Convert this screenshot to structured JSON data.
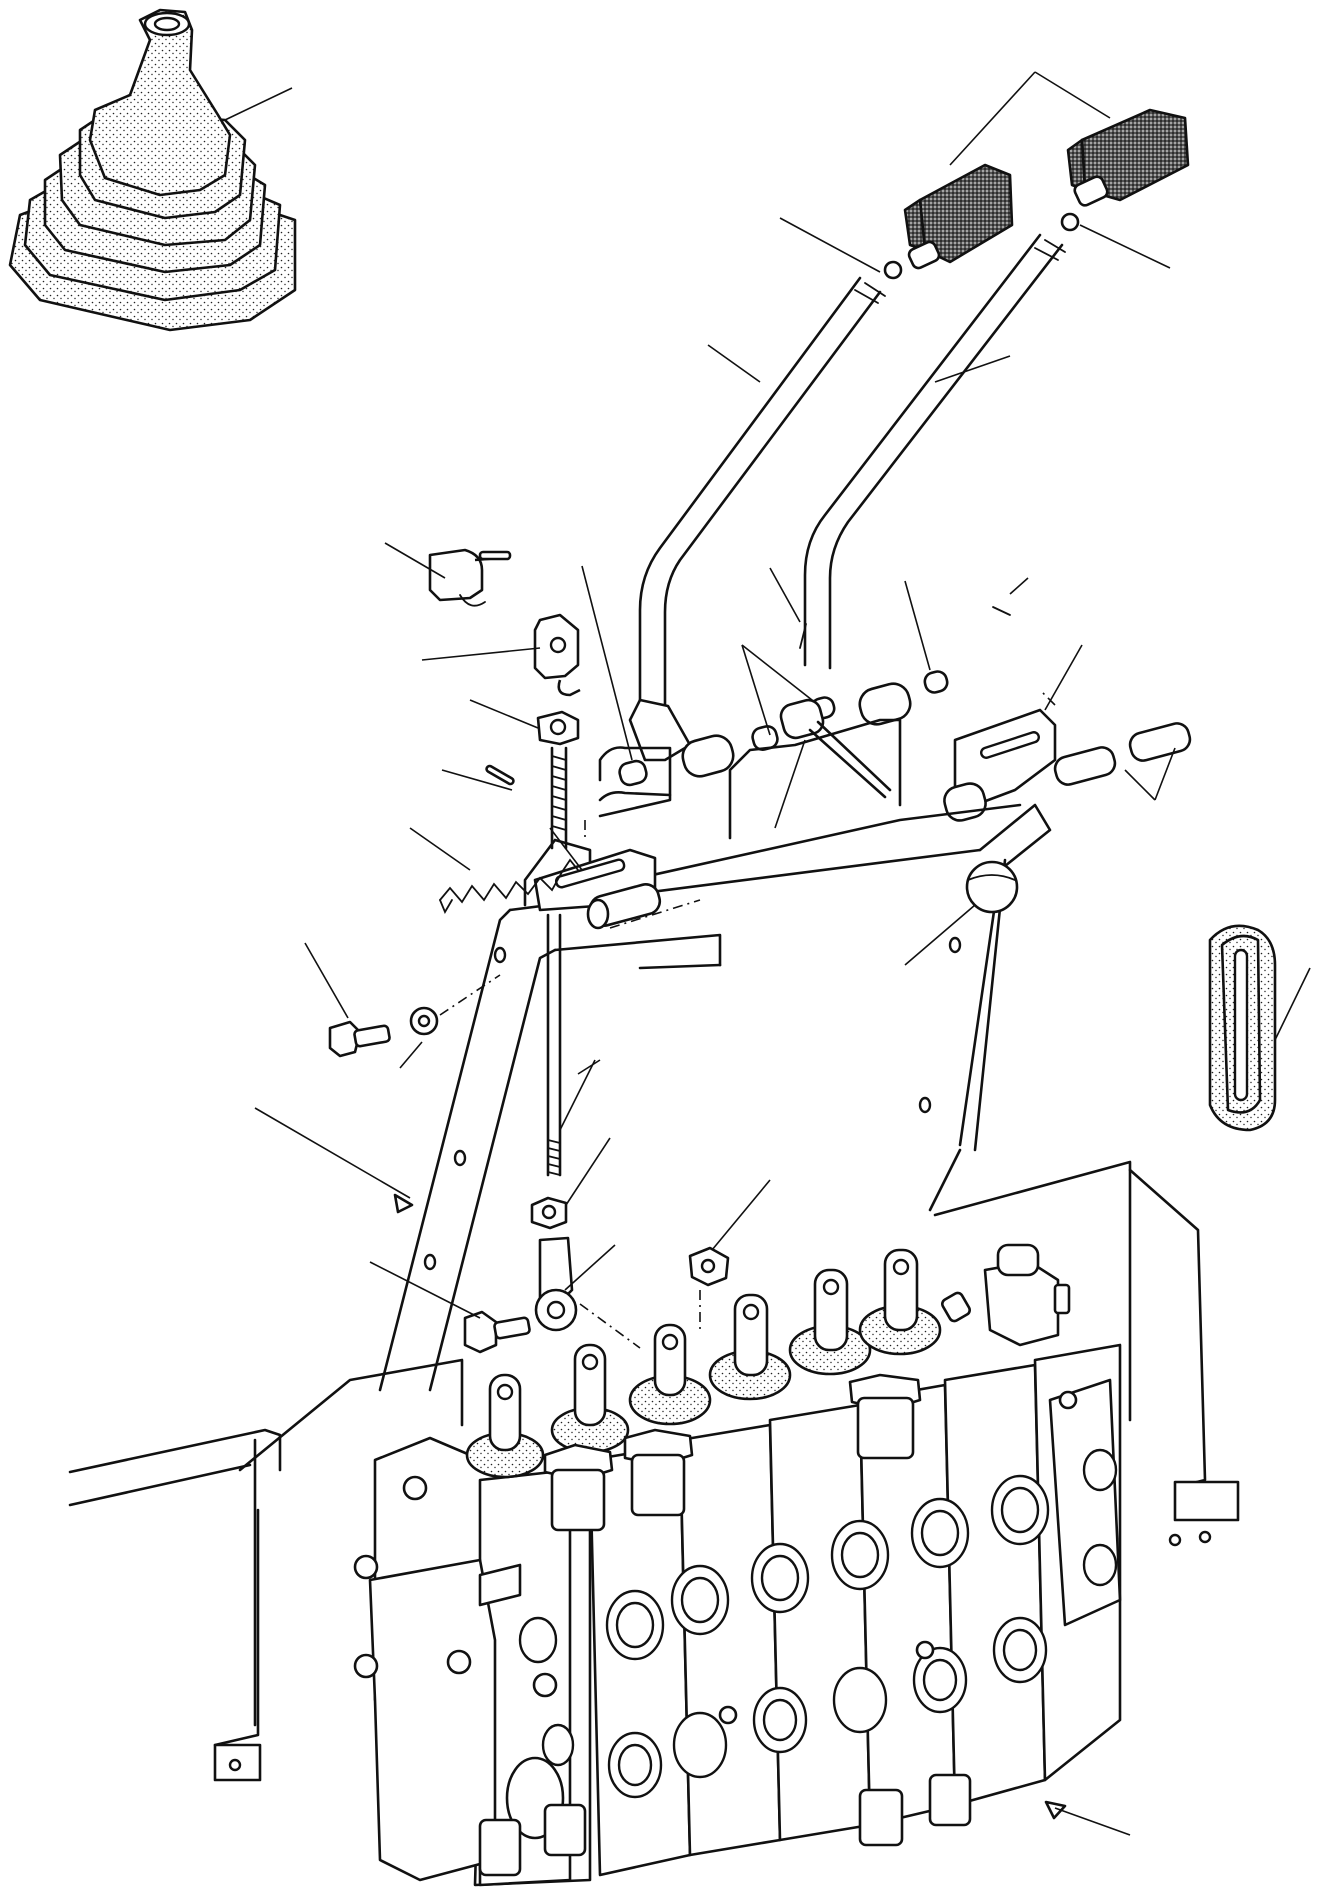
{
  "diagram": {
    "title": "",
    "labels": [],
    "components": [
      "rubber-boot",
      "lever-knob-left",
      "lever-knob-right",
      "control-lever-left",
      "control-lever-right",
      "lever-bracket",
      "pivot-pin",
      "linkage-rod",
      "control-valve-block",
      "mounting-frame",
      "grommet",
      "return-spring",
      "clevis"
    ]
  }
}
